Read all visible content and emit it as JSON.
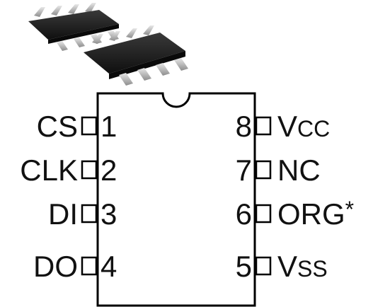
{
  "pinout": {
    "left_pins": [
      {
        "number": "1",
        "name": "CS"
      },
      {
        "number": "2",
        "name": "CLK"
      },
      {
        "number": "3",
        "name": "DI"
      },
      {
        "number": "4",
        "name": "DO"
      }
    ],
    "right_pins": [
      {
        "number": "8",
        "name_main": "V",
        "name_sub": "CC"
      },
      {
        "number": "7",
        "name_main": "NC",
        "name_sub": ""
      },
      {
        "number": "6",
        "name_main": "ORG",
        "name_sub": "*"
      },
      {
        "number": "5",
        "name_main": "V",
        "name_sub": "SS"
      }
    ]
  }
}
